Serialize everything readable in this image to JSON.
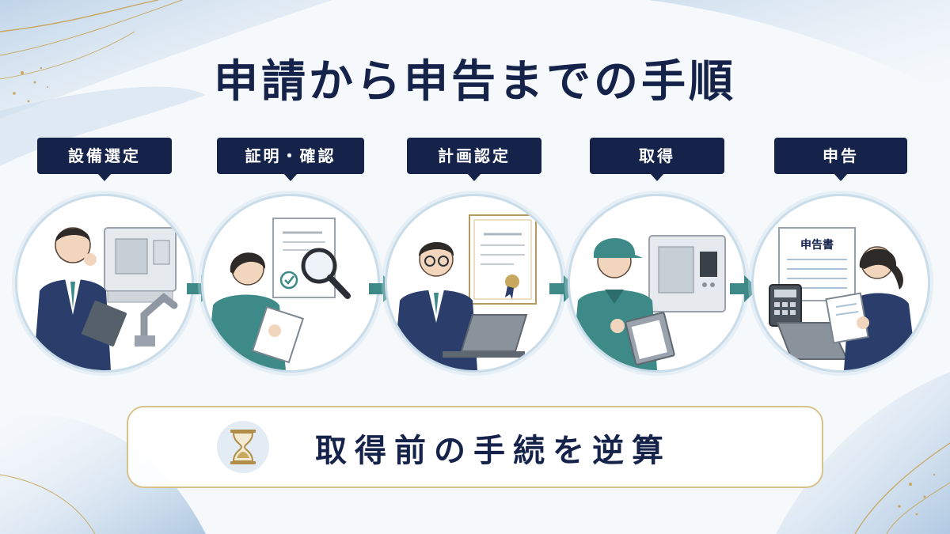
{
  "title": "申請から申告までの手順",
  "steps": [
    {
      "label": "設備選定"
    },
    {
      "label": "証明・確認"
    },
    {
      "label": "計画認定"
    },
    {
      "label": "取得"
    },
    {
      "label": "申告"
    }
  ],
  "document_label": "申告書",
  "bottom": {
    "text": "取得前の手続を逆算",
    "icon": "hourglass-icon"
  },
  "colors": {
    "navy": "#15234a",
    "teal": "#3e8a88",
    "gold": "#c8a75e",
    "light_blue": "#c9dce9"
  }
}
